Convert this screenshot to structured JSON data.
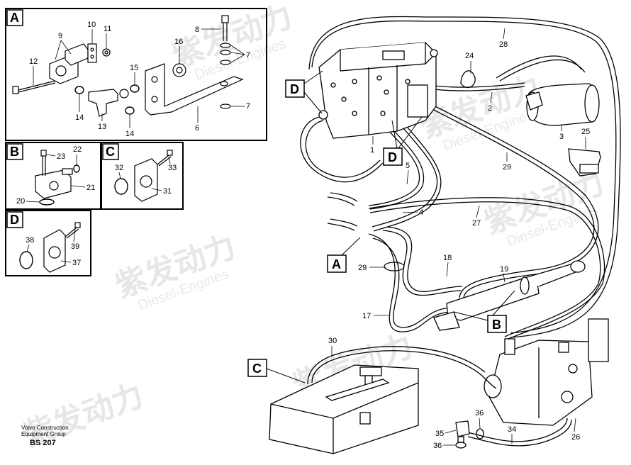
{
  "watermark": {
    "cn": "紫发动力",
    "en": "Diesel-Engines"
  },
  "panels": {
    "A": {
      "label": "A"
    },
    "B": {
      "label": "B"
    },
    "C": {
      "label": "C"
    },
    "D": {
      "label": "D"
    }
  },
  "view_tags": {
    "D_main_left": "D",
    "D_main_bottom": "D",
    "A_main": "A",
    "B_main": "B",
    "C_main": "C"
  },
  "parts": {
    "p1": "1",
    "p2": "2",
    "p3": "3",
    "p4": "4",
    "p5": "5",
    "p6": "6",
    "p7a": "7",
    "p7b": "7",
    "p8": "8",
    "p9": "9",
    "p10": "10",
    "p11": "11",
    "p12": "12",
    "p13": "13",
    "p14a": "14",
    "p14b": "14",
    "p15": "15",
    "p16": "16",
    "p17": "17",
    "p18": "18",
    "p19": "19",
    "p20": "20",
    "p21": "21",
    "p22": "22",
    "p23": "23",
    "p24": "24",
    "p25": "25",
    "p26": "26",
    "p27": "27",
    "p28": "28",
    "p29a": "29",
    "p29b": "29",
    "p30": "30",
    "p31": "31",
    "p32": "32",
    "p33": "33",
    "p34": "34",
    "p35": "35",
    "p36a": "36",
    "p36b": "36",
    "p37": "37",
    "p38": "38",
    "p39": "39"
  },
  "footer": {
    "line1": "Volvo Construction",
    "line2": "Equipment Group",
    "code": "BS 207"
  }
}
